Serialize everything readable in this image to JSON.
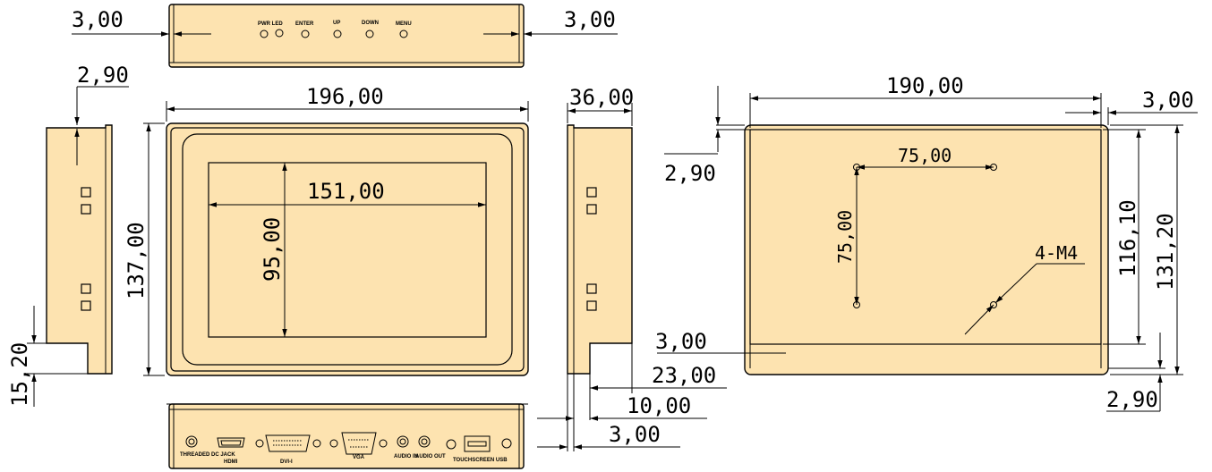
{
  "colors": {
    "panel_fill": "#fde3b0",
    "line": "#000000"
  },
  "top_view": {
    "labels": [
      "PWR LED",
      "ENTER",
      "UP",
      "DOWN",
      "MENU"
    ],
    "dim_left": "3,00",
    "dim_right": "3,00"
  },
  "side_left": {
    "dim_top": "2,90",
    "dim_bottom": "15,20"
  },
  "front_view": {
    "width": "196,00",
    "height": "137,00",
    "screen_width": "151,00",
    "screen_height": "95,00"
  },
  "side_right": {
    "depth": "36,00",
    "d1": "23,00",
    "d2": "10,00",
    "d3": "3,00"
  },
  "bottom_view": {
    "connectors": [
      "THREADED DC JACK",
      "HDMI",
      "DVI-I",
      "VGA",
      "AUDIO IN",
      "AUDIO OUT",
      "TOUCHSCREEN USB"
    ]
  },
  "back_view": {
    "width": "190,00",
    "margin_right": "3,00",
    "margin_top": "2,90",
    "vesa_h": "75,00",
    "vesa_v": "75,00",
    "screw": "4-M4",
    "height_inner": "116,10",
    "height_outer": "131,20",
    "margin_bottom_left": "3,00",
    "margin_bottom_right": "2,90"
  }
}
